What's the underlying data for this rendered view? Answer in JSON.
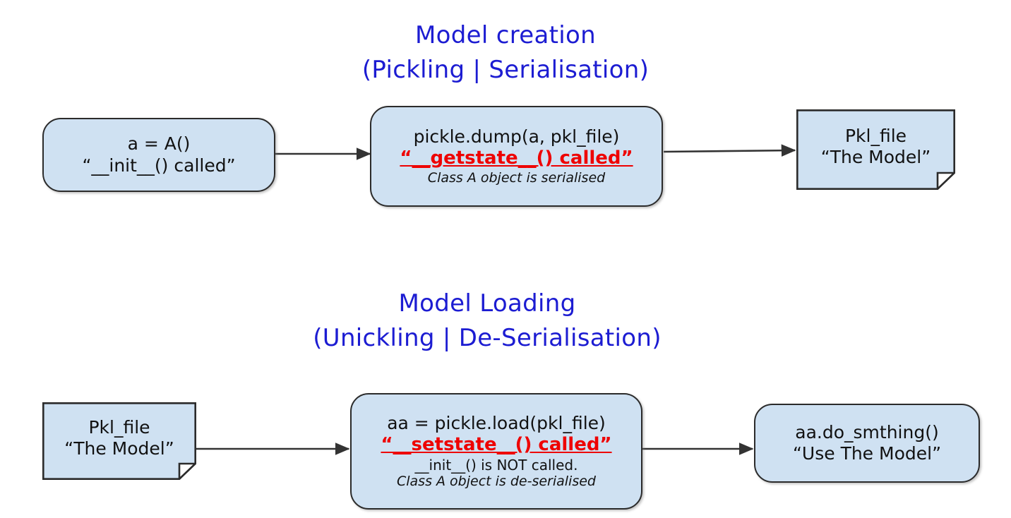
{
  "page": {
    "background": "#ffffff",
    "title_color": "#1c1cd2",
    "node_fill": "#cfe1f2",
    "node_stroke": "#2b2b2b",
    "highlight_color": "#ee0000",
    "arrow_color": "#333333"
  },
  "sections": [
    {
      "title_line1": "Model creation",
      "title_line2": "(Pickling | Serialisation)"
    },
    {
      "title_line1": "Model Loading",
      "title_line2": "(Unickling | De-Serialisation)"
    }
  ],
  "nodes": {
    "create_init": {
      "shape": "rounded-rect",
      "line1": "a = A()",
      "line2": "“__init__() called”"
    },
    "create_dump": {
      "shape": "rounded-rect",
      "line1": "pickle.dump(a, pkl_file)",
      "line2": "“__getstate__() called”",
      "line3": "Class A object is serialised"
    },
    "create_file": {
      "shape": "document",
      "line1": "Pkl_file",
      "line2": "“The Model”"
    },
    "load_file": {
      "shape": "document",
      "line1": "Pkl_file",
      "line2": "“The Model”"
    },
    "load_load": {
      "shape": "rounded-rect",
      "line1": "aa = pickle.load(pkl_file)",
      "line2": "“__setstate__() called”",
      "line3": "__init__() is NOT called.",
      "line4": "Class A object is de-serialised"
    },
    "load_use": {
      "shape": "rounded-rect",
      "line1": "aa.do_smthing()",
      "line2": "“Use The Model”"
    }
  },
  "arrows": [
    {
      "name": "arrow-init-to-dump",
      "from": "create_init",
      "to": "create_dump"
    },
    {
      "name": "arrow-dump-to-file",
      "from": "create_dump",
      "to": "create_file"
    },
    {
      "name": "arrow-file-to-load",
      "from": "load_file",
      "to": "load_load"
    },
    {
      "name": "arrow-load-to-use",
      "from": "load_load",
      "to": "load_use"
    }
  ]
}
